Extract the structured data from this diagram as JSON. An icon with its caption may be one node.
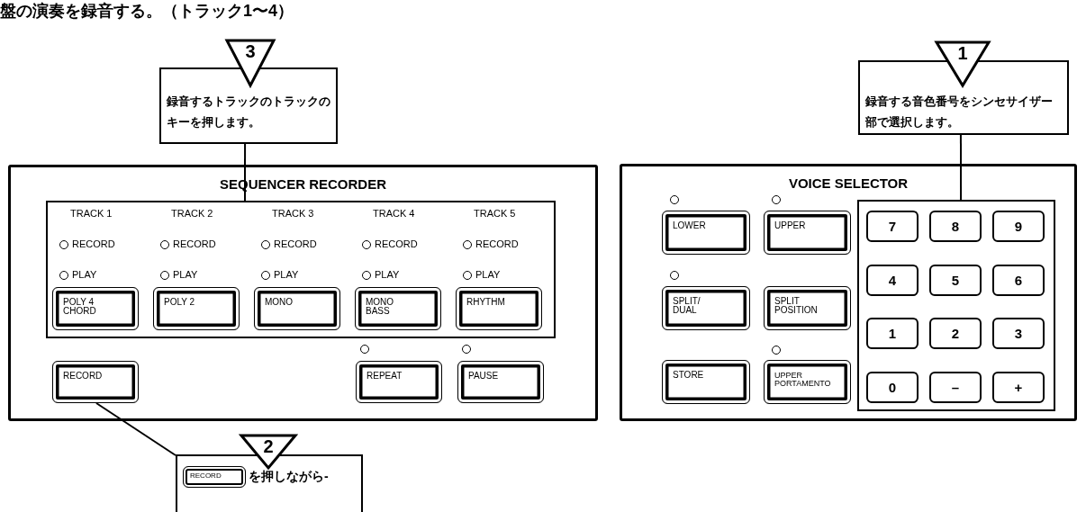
{
  "diagram": {
    "title": "盤の演奏を録音する。（トラック1〜4）",
    "nodes": [
      {
        "text": [
          "3",
          "録音するトラックのトラックのキーを押します。"
        ]
      },
      {
        "text": [
          "1",
          "録音する音色番号をシンセサイザー部で選択します。"
        ]
      },
      {
        "text": [
          "SEQUENCER RECORDER"
        ]
      },
      {
        "text": [],
        "shape": "box",
        "in": 2
      },
      {
        "text": [
          "POLY 4 CHORD"
        ],
        "in": 3
      },
      {
        "text": [
          "POLY 2"
        ],
        "in": 3
      },
      {
        "text": [
          "MONO"
        ],
        "in": 3
      },
      {
        "text": [
          "MONO BASS"
        ],
        "in": 3
      },
      {
        "text": [
          "RHYTHM"
        ],
        "in": 3
      },
      {
        "text": [
          "RECORD"
        ],
        "in": 2
      },
      {
        "text": [
          "REPEAT"
        ],
        "in": 2
      },
      {
        "text": [
          "PAUSE"
        ],
        "in": 2
      },
      {
        "text": [
          "VOICE SELECTOR"
        ]
      },
      {
        "text": [
          "LOWER"
        ],
        "in": 12
      },
      {
        "text": [
          "UPPER"
        ],
        "in": 12
      },
      {
        "text": [
          "SPLIT/ DUAL"
        ],
        "in": 12
      },
      {
        "text": [
          "SPLIT POSITION"
        ],
        "in": 12
      },
      {
        "text": [
          "STORE"
        ],
        "in": 12
      },
      {
        "text": [
          "UPPER PORTAMENTO"
        ],
        "in": 12
      },
      {
        "text": [],
        "shape": "box",
        "in": 12
      },
      {
        "text": [
          "7"
        ],
        "in": 19
      },
      {
        "text": [
          "8"
        ],
        "in": 19
      },
      {
        "text": [
          "9"
        ],
        "in": 19
      },
      {
        "text": [
          "4"
        ],
        "in": 19
      },
      {
        "text": [
          "5"
        ],
        "in": 19
      },
      {
        "text": [
          "6"
        ],
        "in": 19
      },
      {
        "text": [
          "1"
        ],
        "in": 19
      },
      {
        "text": [
          "2"
        ],
        "in": 19
      },
      {
        "text": [
          "3"
        ],
        "in": 19
      },
      {
        "text": [
          "0"
        ],
        "in": 19
      },
      {
        "text": [
          "–"
        ],
        "in": 19
      },
      {
        "text": [
          "+"
        ],
        "in": 19
      },
      {
        "text": [
          "2",
          "を押しながら-"
        ]
      },
      {
        "text": [
          "RECORD"
        ],
        "in": 32
      }
    ],
    "edges": [
      {
        "from": 0,
        "to": 3,
        "arrow": "none"
      },
      {
        "from": 1,
        "to": 19,
        "arrow": "none"
      },
      {
        "from": 9,
        "to": 32,
        "arrow": "none"
      }
    ],
    "labels": [
      "TRACK 1",
      "TRACK 2",
      "TRACK 3",
      "TRACK 4",
      "TRACK 5",
      "RECORD",
      "RECORD",
      "RECORD",
      "RECORD",
      "RECORD",
      "PLAY",
      "PLAY",
      "PLAY",
      "PLAY",
      "PLAY"
    ]
  }
}
